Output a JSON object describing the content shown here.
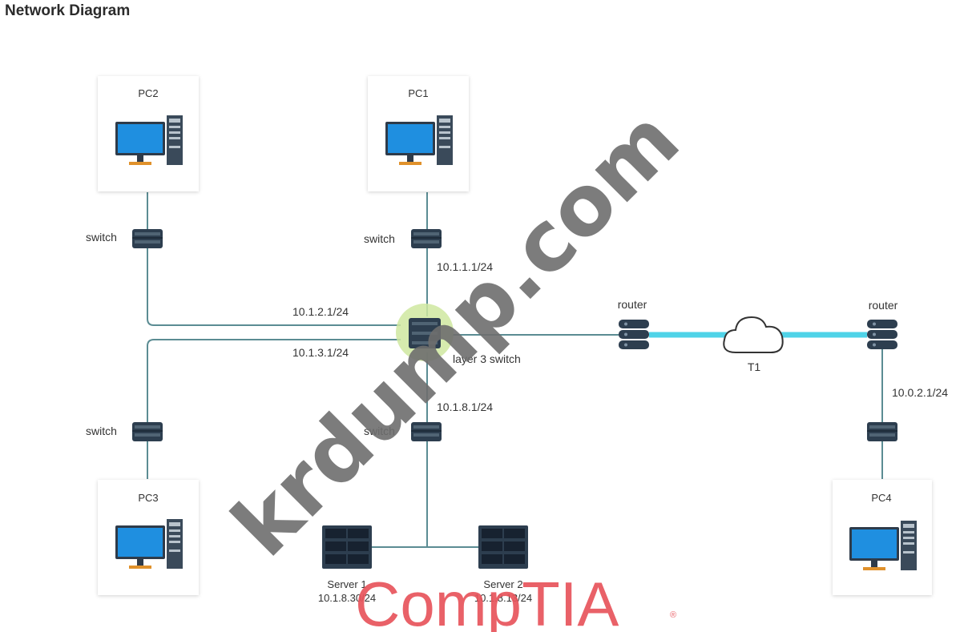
{
  "title": "Network Diagram",
  "nodes": {
    "pc1": "PC1",
    "pc2": "PC2",
    "pc3": "PC3",
    "pc4": "PC4",
    "switch_label": "switch",
    "layer3_switch": "layer 3 switch",
    "router_left": "router",
    "router_right": "router",
    "cloud": "T1",
    "server1_name": "Server 1",
    "server1_ip": "10.1.8.30/24",
    "server2_name": "Server 2",
    "server2_ip": "10.1.8.13/24"
  },
  "ips": {
    "pc1_link": "10.1.1.1/24",
    "pc2_link": "10.1.2.1/24",
    "pc3_link": "10.1.3.1/24",
    "server_link": "10.1.8.1/24",
    "pc4_link": "10.0.2.1/24"
  },
  "watermark": "krdump.com",
  "logo": "CompTIA",
  "colors": {
    "monitor": "#1f8fe0",
    "t1_link": "#4fd3e8",
    "device": "#2d3e4f",
    "highlight": "#cfe8a0",
    "logo": "#e8545c"
  }
}
